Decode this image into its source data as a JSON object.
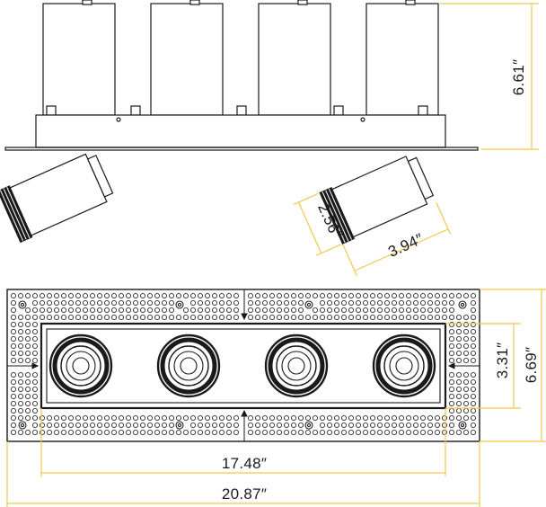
{
  "colors": {
    "outline": "#1a1a1a",
    "dimension_line": "#f2c84b",
    "background": "#ffffff"
  },
  "dimensions": {
    "overall_height": "6.61″",
    "head_diameter": "2.56″",
    "head_length": "3.94″",
    "aperture_height": "3.31″",
    "flange_height": "6.69″",
    "aperture_width": "17.48″",
    "flange_width": "20.87″"
  },
  "fixture": {
    "housing_count": 4,
    "lamp_count": 4
  }
}
